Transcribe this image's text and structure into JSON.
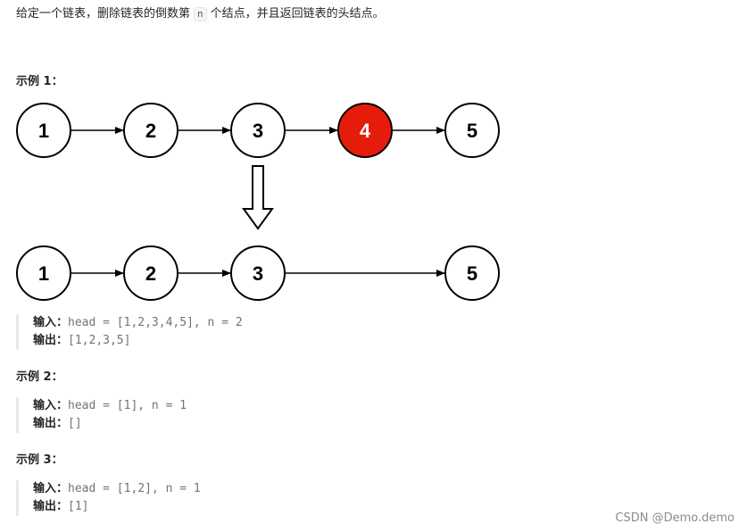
{
  "description": {
    "before": "给定一个链表，删除链表的倒数第",
    "n_code": "n",
    "after": "个结点，并且返回链表的头结点。"
  },
  "examples": [
    {
      "title": "示例 1：",
      "input_label": "输入：",
      "input_value": "head = [1,2,3,4,5], n = 2",
      "output_label": "输出：",
      "output_value": "[1,2,3,5]"
    },
    {
      "title": "示例 2：",
      "input_label": "输入：",
      "input_value": "head = [1], n = 1",
      "output_label": "输出：",
      "output_value": "[]"
    },
    {
      "title": "示例 3：",
      "input_label": "输入：",
      "input_value": "head = [1,2], n = 1",
      "output_label": "输出：",
      "output_value": "[1]"
    }
  ],
  "diagram": {
    "top_nodes": [
      "1",
      "2",
      "3",
      "4",
      "5"
    ],
    "bottom_nodes": [
      "1",
      "2",
      "3",
      "5"
    ],
    "removed_node": "4",
    "removed_color": "#e51c0c",
    "node_stroke": "#000000"
  },
  "watermark": "CSDN @Demo.demo"
}
